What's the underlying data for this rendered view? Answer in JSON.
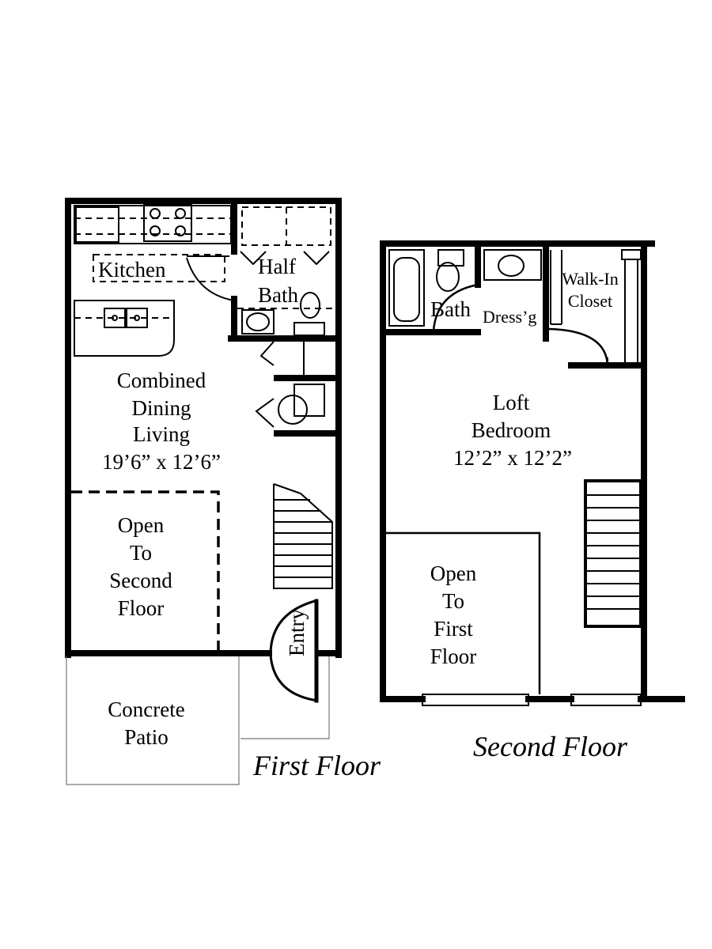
{
  "first_floor": {
    "caption": "First Floor",
    "kitchen": "Kitchen",
    "half_bath": [
      "Half",
      "Bath"
    ],
    "dining": [
      "Combined",
      "Dining",
      "Living",
      "19’6” x 12’6”"
    ],
    "open_to": [
      "Open",
      "To",
      "Second",
      "Floor"
    ],
    "entry": "Entry",
    "patio": [
      "Concrete",
      "Patio"
    ]
  },
  "second_floor": {
    "caption": "Second Floor",
    "bath": "Bath",
    "dressing": "Dress’g",
    "closet": [
      "Walk-In",
      "Closet"
    ],
    "loft": [
      "Loft",
      "Bedroom",
      "12’2” x 12’2”"
    ],
    "open_to": [
      "Open",
      "To",
      "First",
      "Floor"
    ]
  }
}
